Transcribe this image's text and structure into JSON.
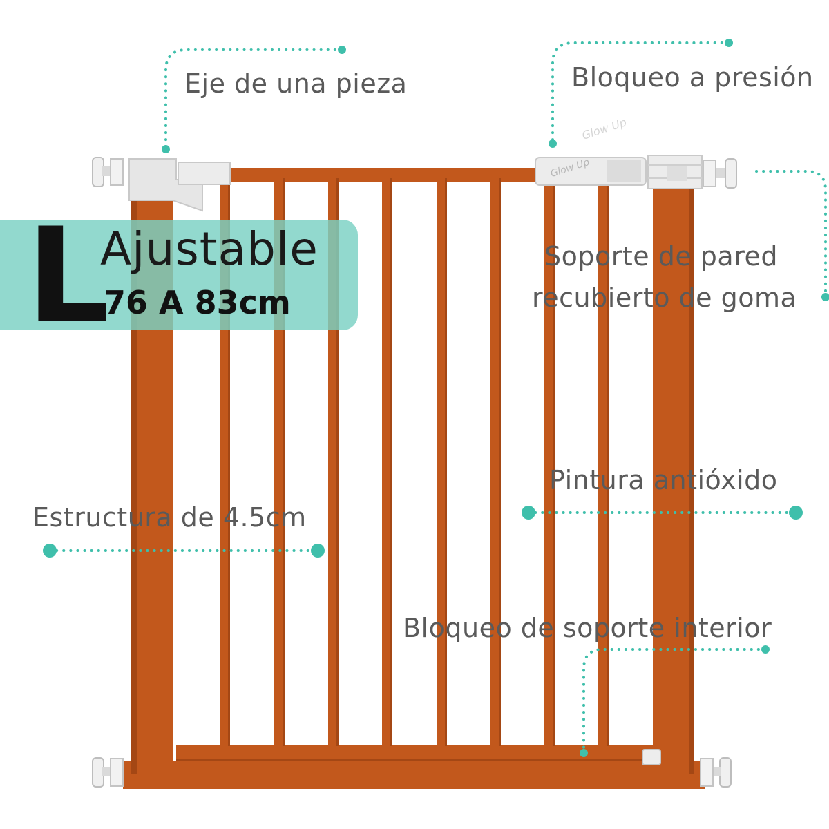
{
  "colors": {
    "frame": "#c2581c",
    "frame_dark": "#a44714",
    "accent": "#3fbfab",
    "badge": "#7ad1c3",
    "hardware": "#e6e6e6"
  },
  "badge": {
    "size_letter": "L",
    "title": "Ajustable",
    "range": "76 A 83cm"
  },
  "features": {
    "one_piece_axis": "Eje de una pieza",
    "pressure_lock": "Bloqueo a presión",
    "wall_support_line1": "Soporte de pared",
    "wall_support_line2": "recubierto de goma",
    "antioxide_paint": "Pintura antióxido",
    "structure": "Estructura de 4.5cm",
    "inner_lock": "Bloqueo de soporte interior"
  },
  "brand": {
    "logo_text": "Glow Up"
  }
}
